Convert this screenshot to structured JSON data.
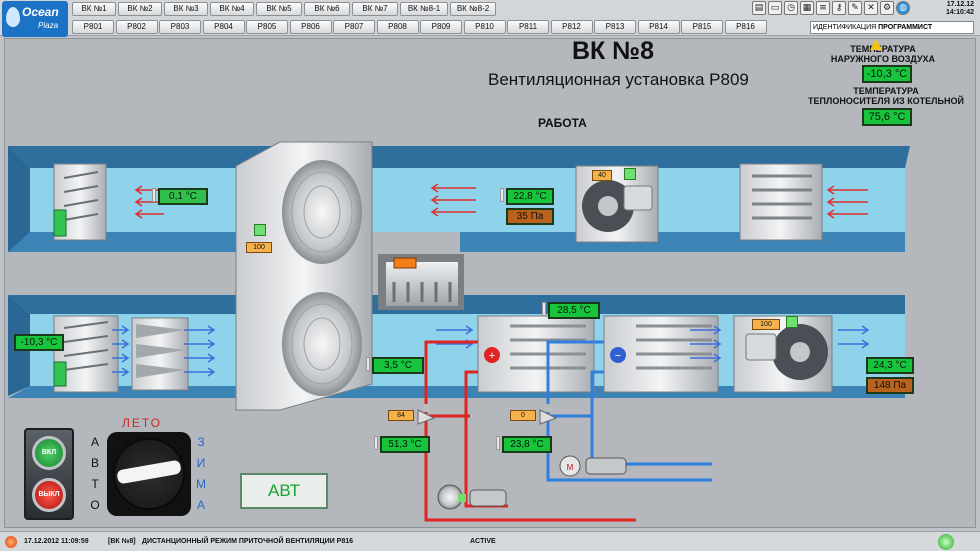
{
  "app": {
    "logo_line1": "Ocean",
    "logo_line2": "Plaza"
  },
  "nav": {
    "vk_tabs": [
      "ВК №1",
      "ВК №2",
      "ВК №3",
      "ВК №4",
      "ВК №5",
      "ВК №6",
      "ВК №7",
      "ВК №8-1",
      "ВК №8-2"
    ],
    "p_tabs": [
      "P801",
      "P802",
      "P803",
      "P804",
      "P805",
      "P806",
      "P807",
      "P808",
      "P809",
      "P810",
      "P811",
      "P812",
      "P813",
      "P814",
      "P815",
      "P816"
    ]
  },
  "clock": {
    "date": "17.12.12",
    "time": "14:10:42"
  },
  "identification": {
    "label": "ИДЕНТИФИКАЦИЯ",
    "user": "ПРОГРАММИСТ"
  },
  "title": "ВК №8",
  "subtitle": "Вентиляционная установка P809",
  "status": "РАБОТА",
  "outdoor": {
    "label_line1": "ТЕМПЕРАТУРА",
    "label_line2": "НАРУЖНОГО ВОЗДУХА",
    "value": "-10,3 °C"
  },
  "coolant": {
    "label_line1": "ТЕМПЕРАТУРА",
    "label_line2": "ТЕПЛОНОСИТЕЛЯ ИЗ КОТЕЛЬНОЙ",
    "value": "75,6 °C"
  },
  "readings": {
    "exhaust_out_temp": "0,1 °C",
    "exhaust_in_temp": "22,8 °C",
    "exhaust_pressure": "35 Па",
    "exhaust_fan_pct": "40",
    "recuperator_pct": "100",
    "supply_in_temp": "-10,3 °C",
    "after_recuperator_temp": "3,5 °C",
    "after_heater_temp": "28,5 °C",
    "supply_fan_pct": "100",
    "supply_out_temp": "24,3 °C",
    "supply_pressure": "148 Па",
    "heater_valve_pct": "84",
    "heater_return_temp": "51,3 °C",
    "cooler_valve_pct": "0",
    "cooler_return_temp": "23,8 °C"
  },
  "controls": {
    "on_label": "ВКЛ",
    "off_label": "ВЫКЛ",
    "summer_label": "ЛЕТО",
    "auto_letters": [
      "А",
      "В",
      "Т",
      "О"
    ],
    "winter_letters": [
      "З",
      "И",
      "М",
      "А"
    ],
    "mode_button": "АВТ"
  },
  "alarm_bar": {
    "timestamp": "17.12.2012 11:09:59",
    "source": "[ВК №8]",
    "message": "ДИСТАНЦИОННЫЙ РЕЖИМ ПРИТОЧНОЙ ВЕНТИЛЯЦИИ P816",
    "state": "ACTIVE"
  },
  "icons": [
    "chart-icon",
    "folder-icon",
    "alarm-clock-icon",
    "calendar-icon",
    "key-icon",
    "tools-icon",
    "close-icon",
    "globe-icon",
    "warning-icon"
  ],
  "colors": {
    "duct": "#8fd3ea",
    "duct_frame": "#3a78a8",
    "hot_pipe": "#e02424",
    "cold_pipe": "#2f7fe0",
    "value_bg": "#19c43d"
  }
}
